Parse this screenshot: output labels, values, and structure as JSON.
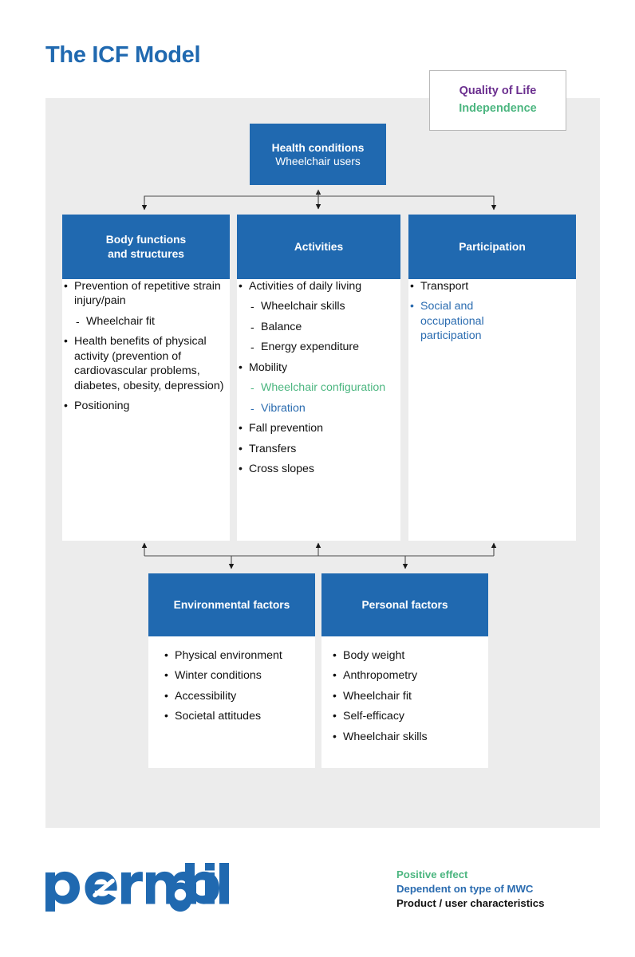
{
  "page": {
    "title": "The ICF Model",
    "title_color": "#2069b0",
    "panel_color": "#ececec",
    "box_color": "#2069b0"
  },
  "quality_callout": {
    "lines": [
      {
        "text": "Quality of Life",
        "color": "#6b2f8f"
      },
      {
        "text": "Independence",
        "color": "#4cb680"
      }
    ]
  },
  "health_conditions": {
    "title": "Health conditions",
    "subtitle": "Wheelchair users"
  },
  "columns": [
    {
      "header": "Body functions\nand structures",
      "header_line1": "Body functions",
      "header_line2": "and structures",
      "items": [
        {
          "level": 1,
          "text": "Prevention of repetitive strain injury/pain",
          "color": "#111111"
        },
        {
          "level": 2,
          "text": "Wheelchair fit",
          "color": "#111111"
        },
        {
          "level": 1,
          "text": "Health benefits of physical activity (prevention of cardiovascular problems, diabetes, obesity, depression)",
          "color": "#111111"
        },
        {
          "level": 1,
          "text": "Positioning",
          "color": "#111111"
        }
      ]
    },
    {
      "header": "Activities",
      "items": [
        {
          "level": 1,
          "text": "Activities of daily living",
          "color": "#111111"
        },
        {
          "level": 2,
          "text": "Wheelchair skills",
          "color": "#111111"
        },
        {
          "level": 2,
          "text": "Balance",
          "color": "#111111"
        },
        {
          "level": 2,
          "text": "Energy expenditure",
          "color": "#111111"
        },
        {
          "level": 1,
          "text": "Mobility",
          "color": "#111111"
        },
        {
          "level": 2,
          "text": "Wheelchair configuration",
          "color": "#4cb680"
        },
        {
          "level": 2,
          "text": "Vibration",
          "color": "#2b6cb0"
        },
        {
          "level": 1,
          "text": "Fall prevention",
          "color": "#111111"
        },
        {
          "level": 1,
          "text": "Transfers",
          "color": "#111111"
        },
        {
          "level": 1,
          "text": "Cross slopes",
          "color": "#111111"
        }
      ]
    },
    {
      "header": "Participation",
      "items": [
        {
          "level": 1,
          "text": "Transport",
          "color": "#111111"
        },
        {
          "level": 1,
          "text": "Social and occupational participation",
          "color": "#2b6cb0"
        }
      ]
    }
  ],
  "bottom_boxes": [
    {
      "header": "Environmental factors",
      "items": [
        {
          "level": 1,
          "text": "Physical environment",
          "color": "#111111"
        },
        {
          "level": 1,
          "text": "Winter conditions",
          "color": "#111111"
        },
        {
          "level": 1,
          "text": "Accessibility",
          "color": "#111111"
        },
        {
          "level": 1,
          "text": "Societal attitudes",
          "color": "#111111"
        }
      ]
    },
    {
      "header": "Personal factors",
      "items": [
        {
          "level": 1,
          "text": "Body weight",
          "color": "#111111"
        },
        {
          "level": 1,
          "text": "Anthropometry",
          "color": "#111111"
        },
        {
          "level": 1,
          "text": "Wheelchair fit",
          "color": "#111111"
        },
        {
          "level": 1,
          "text": "Self-efficacy",
          "color": "#111111"
        },
        {
          "level": 1,
          "text": "Wheelchair skills",
          "color": "#111111"
        }
      ]
    }
  ],
  "footer": {
    "logo_text": "permobil",
    "logo_color": "#2069b0",
    "legend": [
      {
        "text": "Positive effect",
        "color": "#4cb680"
      },
      {
        "text": "Dependent on type of MWC",
        "color": "#2b6cb0"
      },
      {
        "text": "Product / user characteristics",
        "color": "#111111"
      }
    ]
  }
}
